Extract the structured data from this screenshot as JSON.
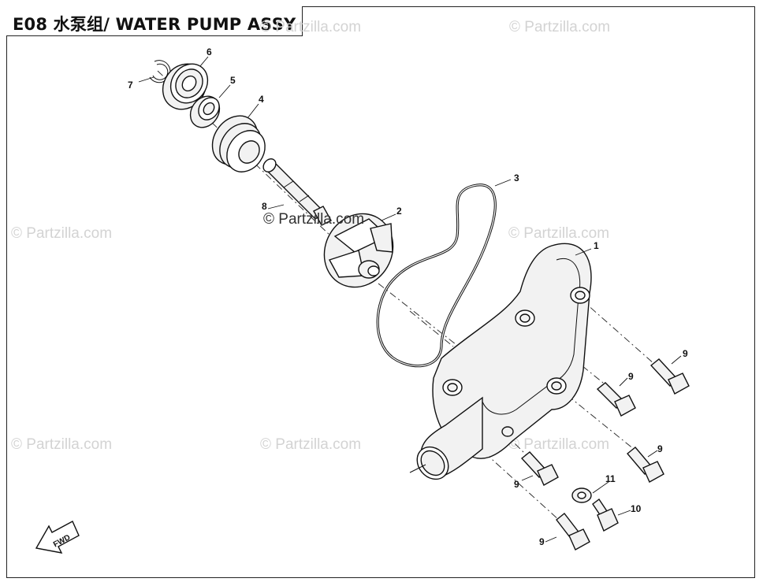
{
  "header": {
    "title": "E08  水泵组/ WATER PUMP ASSY"
  },
  "watermark": {
    "text": "© Partzilla.com",
    "highlight_text": "© Partzilla.com"
  },
  "callouts": {
    "c1": "1",
    "c2": "2",
    "c3": "3",
    "c4": "4",
    "c5": "5",
    "c6": "6",
    "c7": "7",
    "c8": "8",
    "c9a": "9",
    "c9b": "9",
    "c9c": "9",
    "c9d": "9",
    "c9e": "9",
    "c10": "10",
    "c11": "11"
  },
  "fwd_label": "FWD"
}
